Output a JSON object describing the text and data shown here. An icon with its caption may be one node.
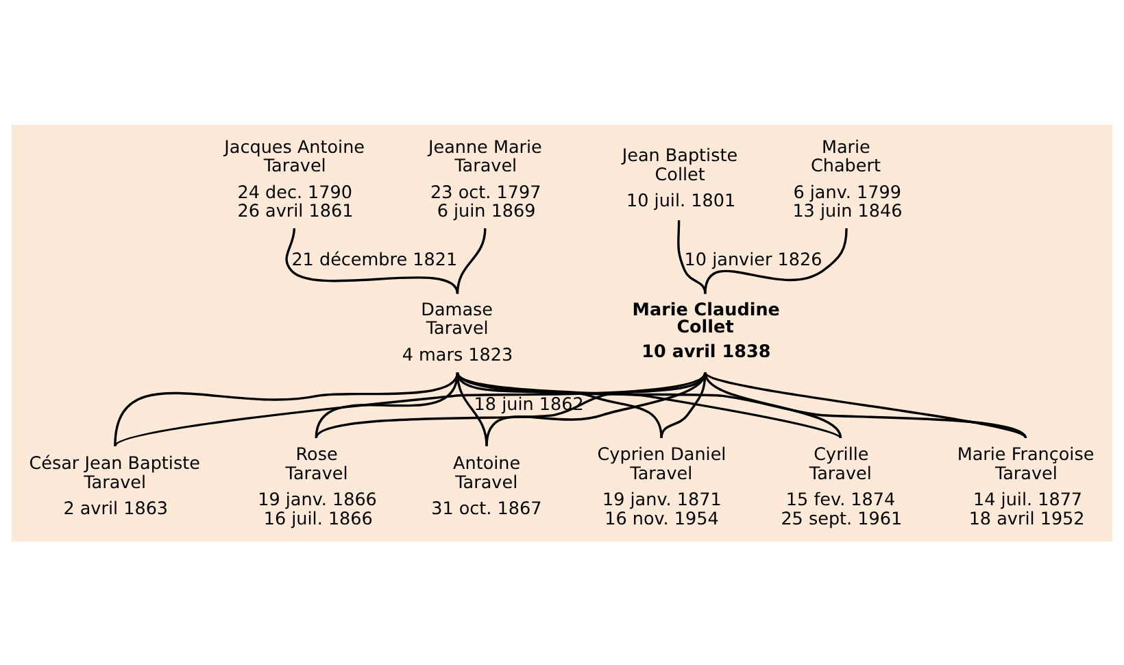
{
  "diagram": {
    "nodes": [
      {
        "text": [
          "Jacques Antoine Taravel",
          "24 dec. 1790",
          "26 avril 1861"
        ]
      },
      {
        "text": [
          "Jeanne Marie Taravel",
          "23 oct. 1797",
          "6 juin 1869"
        ]
      },
      {
        "text": [
          "Jean Baptiste Collet",
          "10 juil. 1801"
        ]
      },
      {
        "text": [
          "Marie Chabert",
          "6 janv. 1799",
          "13 juin 1846"
        ]
      },
      {
        "text": [
          "Damase Taravel",
          "4 mars 1823"
        ]
      },
      {
        "text": [
          "Marie Claudine Collet",
          "10 avril 1838"
        ]
      },
      {
        "text": [
          "César Jean Baptiste Taravel",
          "2 avril 1863"
        ]
      },
      {
        "text": [
          "Rose Taravel",
          "19 janv. 1866",
          "16 juil. 1866"
        ]
      },
      {
        "text": [
          "Antoine Taravel",
          "31 oct. 1867"
        ]
      },
      {
        "text": [
          "Cyprien Daniel Taravel",
          "19 janv. 1871",
          "16 nov. 1954"
        ]
      },
      {
        "text": [
          "Cyrille Taravel",
          "15 fev. 1874",
          "25 sept. 1961"
        ]
      },
      {
        "text": [
          "Marie Françoise Taravel",
          "14 juil. 1877",
          "18 avril 1952"
        ]
      }
    ],
    "edges": [
      {
        "from": 0,
        "to": 4,
        "arrow": "none",
        "label": "21 décembre 1821"
      },
      {
        "from": 1,
        "to": 4,
        "arrow": "none"
      },
      {
        "from": 2,
        "to": 5,
        "arrow": "none",
        "label": "10 janvier 1826"
      },
      {
        "from": 3,
        "to": 5,
        "arrow": "none"
      },
      {
        "from": 4,
        "to": 6,
        "arrow": "none"
      },
      {
        "from": 4,
        "to": 7,
        "arrow": "none"
      },
      {
        "from": 4,
        "to": 8,
        "arrow": "none",
        "label": "18 juin 1862"
      },
      {
        "from": 4,
        "to": 9,
        "arrow": "none"
      },
      {
        "from": 4,
        "to": 10,
        "arrow": "none"
      },
      {
        "from": 4,
        "to": 11,
        "arrow": "none"
      },
      {
        "from": 5,
        "to": 6,
        "arrow": "none"
      },
      {
        "from": 5,
        "to": 7,
        "arrow": "none"
      },
      {
        "from": 5,
        "to": 8,
        "arrow": "none"
      },
      {
        "from": 5,
        "to": 9,
        "arrow": "none"
      },
      {
        "from": 5,
        "to": 10,
        "arrow": "none"
      },
      {
        "from": 5,
        "to": 11,
        "arrow": "none"
      }
    ]
  }
}
